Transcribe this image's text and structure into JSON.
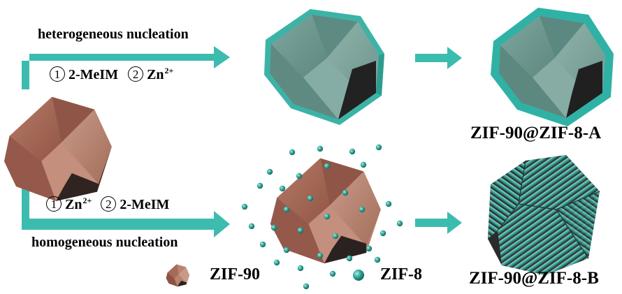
{
  "routes": {
    "top": {
      "title": "heterogeneous nucleation",
      "steps": [
        {
          "num": "1",
          "base": "2-MeIM",
          "sup": ""
        },
        {
          "num": "2",
          "base": "Zn",
          "sup": "2+"
        }
      ]
    },
    "bottom": {
      "title": "homogeneous nucleation",
      "steps": [
        {
          "num": "1",
          "base": "Zn",
          "sup": "2+"
        },
        {
          "num": "2",
          "base": "2-MeIM",
          "sup": ""
        }
      ]
    }
  },
  "products": {
    "a": "ZIF-90@ZIF-8-A",
    "b": "ZIF-90@ZIF-8-B"
  },
  "legend": {
    "zif90": "ZIF-90",
    "zif8": "ZIF-8"
  },
  "colors": {
    "arrow": "#3bbcae",
    "zif90_front": "#a46655",
    "zif90_light": "#c08b78",
    "zif90_dark": "#6d3b30",
    "zif8_shell": "#3cb3a7",
    "zif8_front": "#6e9890",
    "zif8_dot": "#2f9f90",
    "inner_dark": "#232323"
  }
}
